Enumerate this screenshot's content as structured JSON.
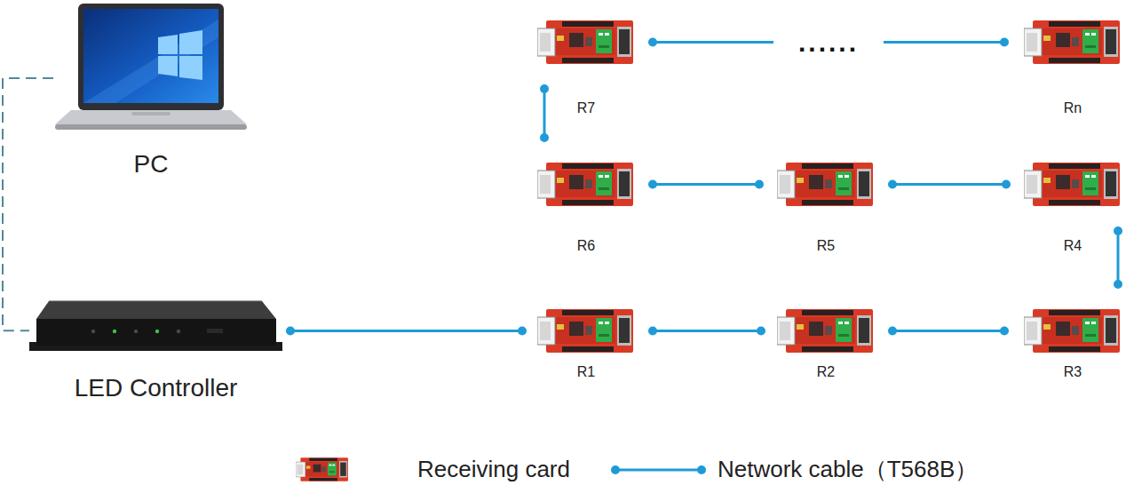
{
  "diagram": {
    "nodes": [
      {
        "text": [
          "PC"
        ]
      },
      {
        "text": [
          "LED Controller"
        ]
      },
      {
        "text": [
          "R1"
        ]
      },
      {
        "text": [
          "R2"
        ]
      },
      {
        "text": [
          "R3"
        ]
      },
      {
        "text": [
          "R4"
        ]
      },
      {
        "text": [
          "R5"
        ]
      },
      {
        "text": [
          "R6"
        ]
      },
      {
        "text": [
          "R7"
        ]
      },
      {
        "text": [
          "Rn"
        ]
      }
    ],
    "edges": [
      {
        "from": 0,
        "to": 1,
        "arrow": "none"
      },
      {
        "from": 1,
        "to": 2,
        "arrow": "none"
      },
      {
        "from": 2,
        "to": 3,
        "arrow": "none"
      },
      {
        "from": 3,
        "to": 4,
        "arrow": "none"
      },
      {
        "from": 4,
        "to": 5,
        "arrow": "none"
      },
      {
        "from": 5,
        "to": 6,
        "arrow": "none"
      },
      {
        "from": 6,
        "to": 7,
        "arrow": "none"
      },
      {
        "from": 7,
        "to": 8,
        "arrow": "none"
      },
      {
        "from": 8,
        "to": 9,
        "label": "......",
        "arrow": "none"
      }
    ],
    "legend": [
      {
        "text": "Receiving card"
      },
      {
        "text": "Network cable（T568B）"
      }
    ]
  }
}
